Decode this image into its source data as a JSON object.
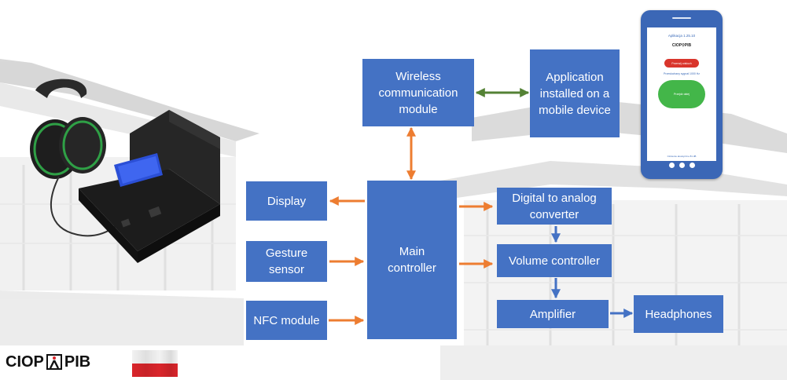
{
  "blocks": {
    "wireless": "Wireless\ncommunication\nmodule",
    "application": "Application\ninstalled on a\nmobile device",
    "display": "Display",
    "gesture": "Gesture\nsensor",
    "nfc": "NFC module",
    "main": "Main\ncontroller",
    "dac": "Digital to analog\nconverter",
    "volume": "Volume controller",
    "amplifier": "Amplifier",
    "headphones": "Headphones"
  },
  "phone": {
    "title": "Aplikacja 1.25.10",
    "logo": "CIOP⚲PIB",
    "red_button": "Przerwij odsluch",
    "frequency": "Przesłuchany sygnał 1000 Hz",
    "green_button": "Przejdź dalej",
    "footer": "Ciśnienie akustyczne 81 dB"
  },
  "logo": {
    "left": "CIOP",
    "right": "PIB"
  },
  "colors": {
    "block": "#4472c4",
    "orange_arrow": "#ed7d31",
    "blue_arrow": "#4472c4",
    "green_arrow": "#548235",
    "flag_white": "#ffffff",
    "flag_red": "#d9252b"
  }
}
